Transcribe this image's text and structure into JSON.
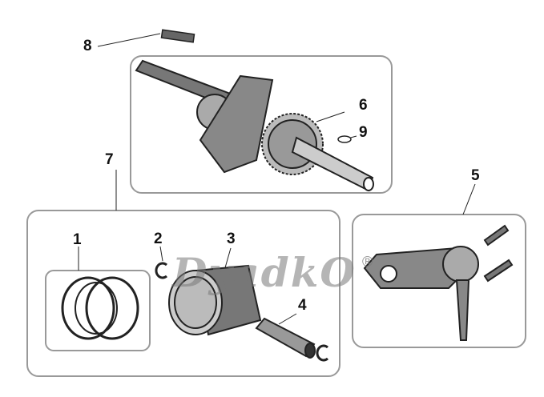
{
  "labels": {
    "p1": "1",
    "p2": "2",
    "p3": "3",
    "p4": "4",
    "p5": "5",
    "p6": "6",
    "p7": "7",
    "p8": "8",
    "p9": "9"
  },
  "watermark": {
    "text": "DyadkO",
    "registered": "®"
  }
}
